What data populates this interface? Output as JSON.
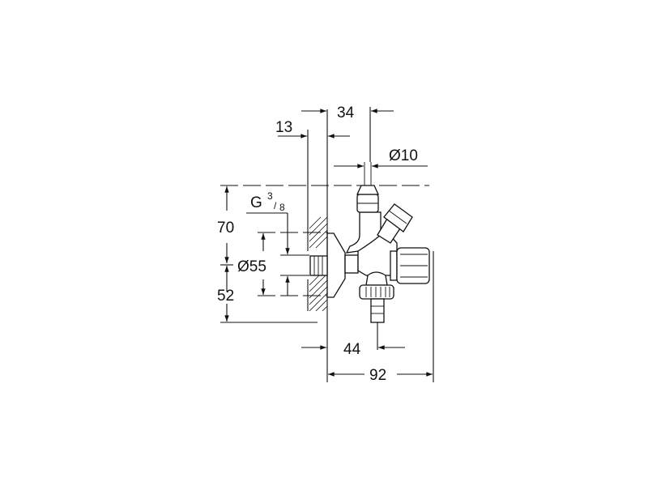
{
  "drawing": {
    "type": "technical-dimension-drawing",
    "subject": "angle valve with hose connection"
  },
  "dimensions": {
    "width_top": "34",
    "wall_offset": "13",
    "pipe_diameter": "Ø10",
    "thread_G": "G",
    "thread_num": "3",
    "thread_den": "8",
    "height_upper": "70",
    "rosette_diameter": "Ø55",
    "height_lower": "52",
    "depth_hose": "44",
    "depth_total": "92"
  }
}
